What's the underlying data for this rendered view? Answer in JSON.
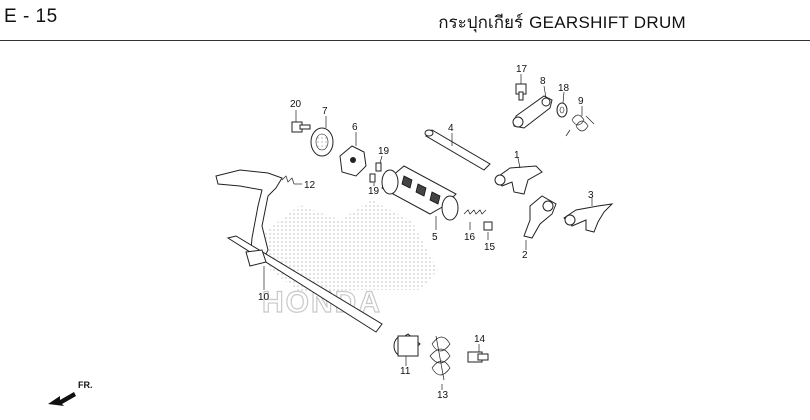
{
  "header": {
    "section_code": "E - 15",
    "title_thai": "กระปุกเกียร์",
    "title_en": "GEARSHIFT DRUM"
  },
  "watermark": {
    "brand": "HONDA"
  },
  "direction_indicator": {
    "label": "FR."
  },
  "callouts": [
    {
      "id": "c1",
      "label": "1"
    },
    {
      "id": "c2",
      "label": "2"
    },
    {
      "id": "c3",
      "label": "3"
    },
    {
      "id": "c4",
      "label": "4"
    },
    {
      "id": "c5",
      "label": "5"
    },
    {
      "id": "c6",
      "label": "6"
    },
    {
      "id": "c7",
      "label": "7"
    },
    {
      "id": "c8",
      "label": "8"
    },
    {
      "id": "c9",
      "label": "9"
    },
    {
      "id": "c10",
      "label": "10"
    },
    {
      "id": "c11",
      "label": "11"
    },
    {
      "id": "c12",
      "label": "12"
    },
    {
      "id": "c13",
      "label": "13"
    },
    {
      "id": "c14",
      "label": "14"
    },
    {
      "id": "c15",
      "label": "15"
    },
    {
      "id": "c16",
      "label": "16"
    },
    {
      "id": "c17",
      "label": "17"
    },
    {
      "id": "c18",
      "label": "18"
    },
    {
      "id": "c19a",
      "label": "19"
    },
    {
      "id": "c19b",
      "label": "19"
    },
    {
      "id": "c20",
      "label": "20"
    }
  ],
  "colors": {
    "line": "#222222",
    "watermark_dots": "#c8c8c8",
    "background": "#ffffff"
  }
}
